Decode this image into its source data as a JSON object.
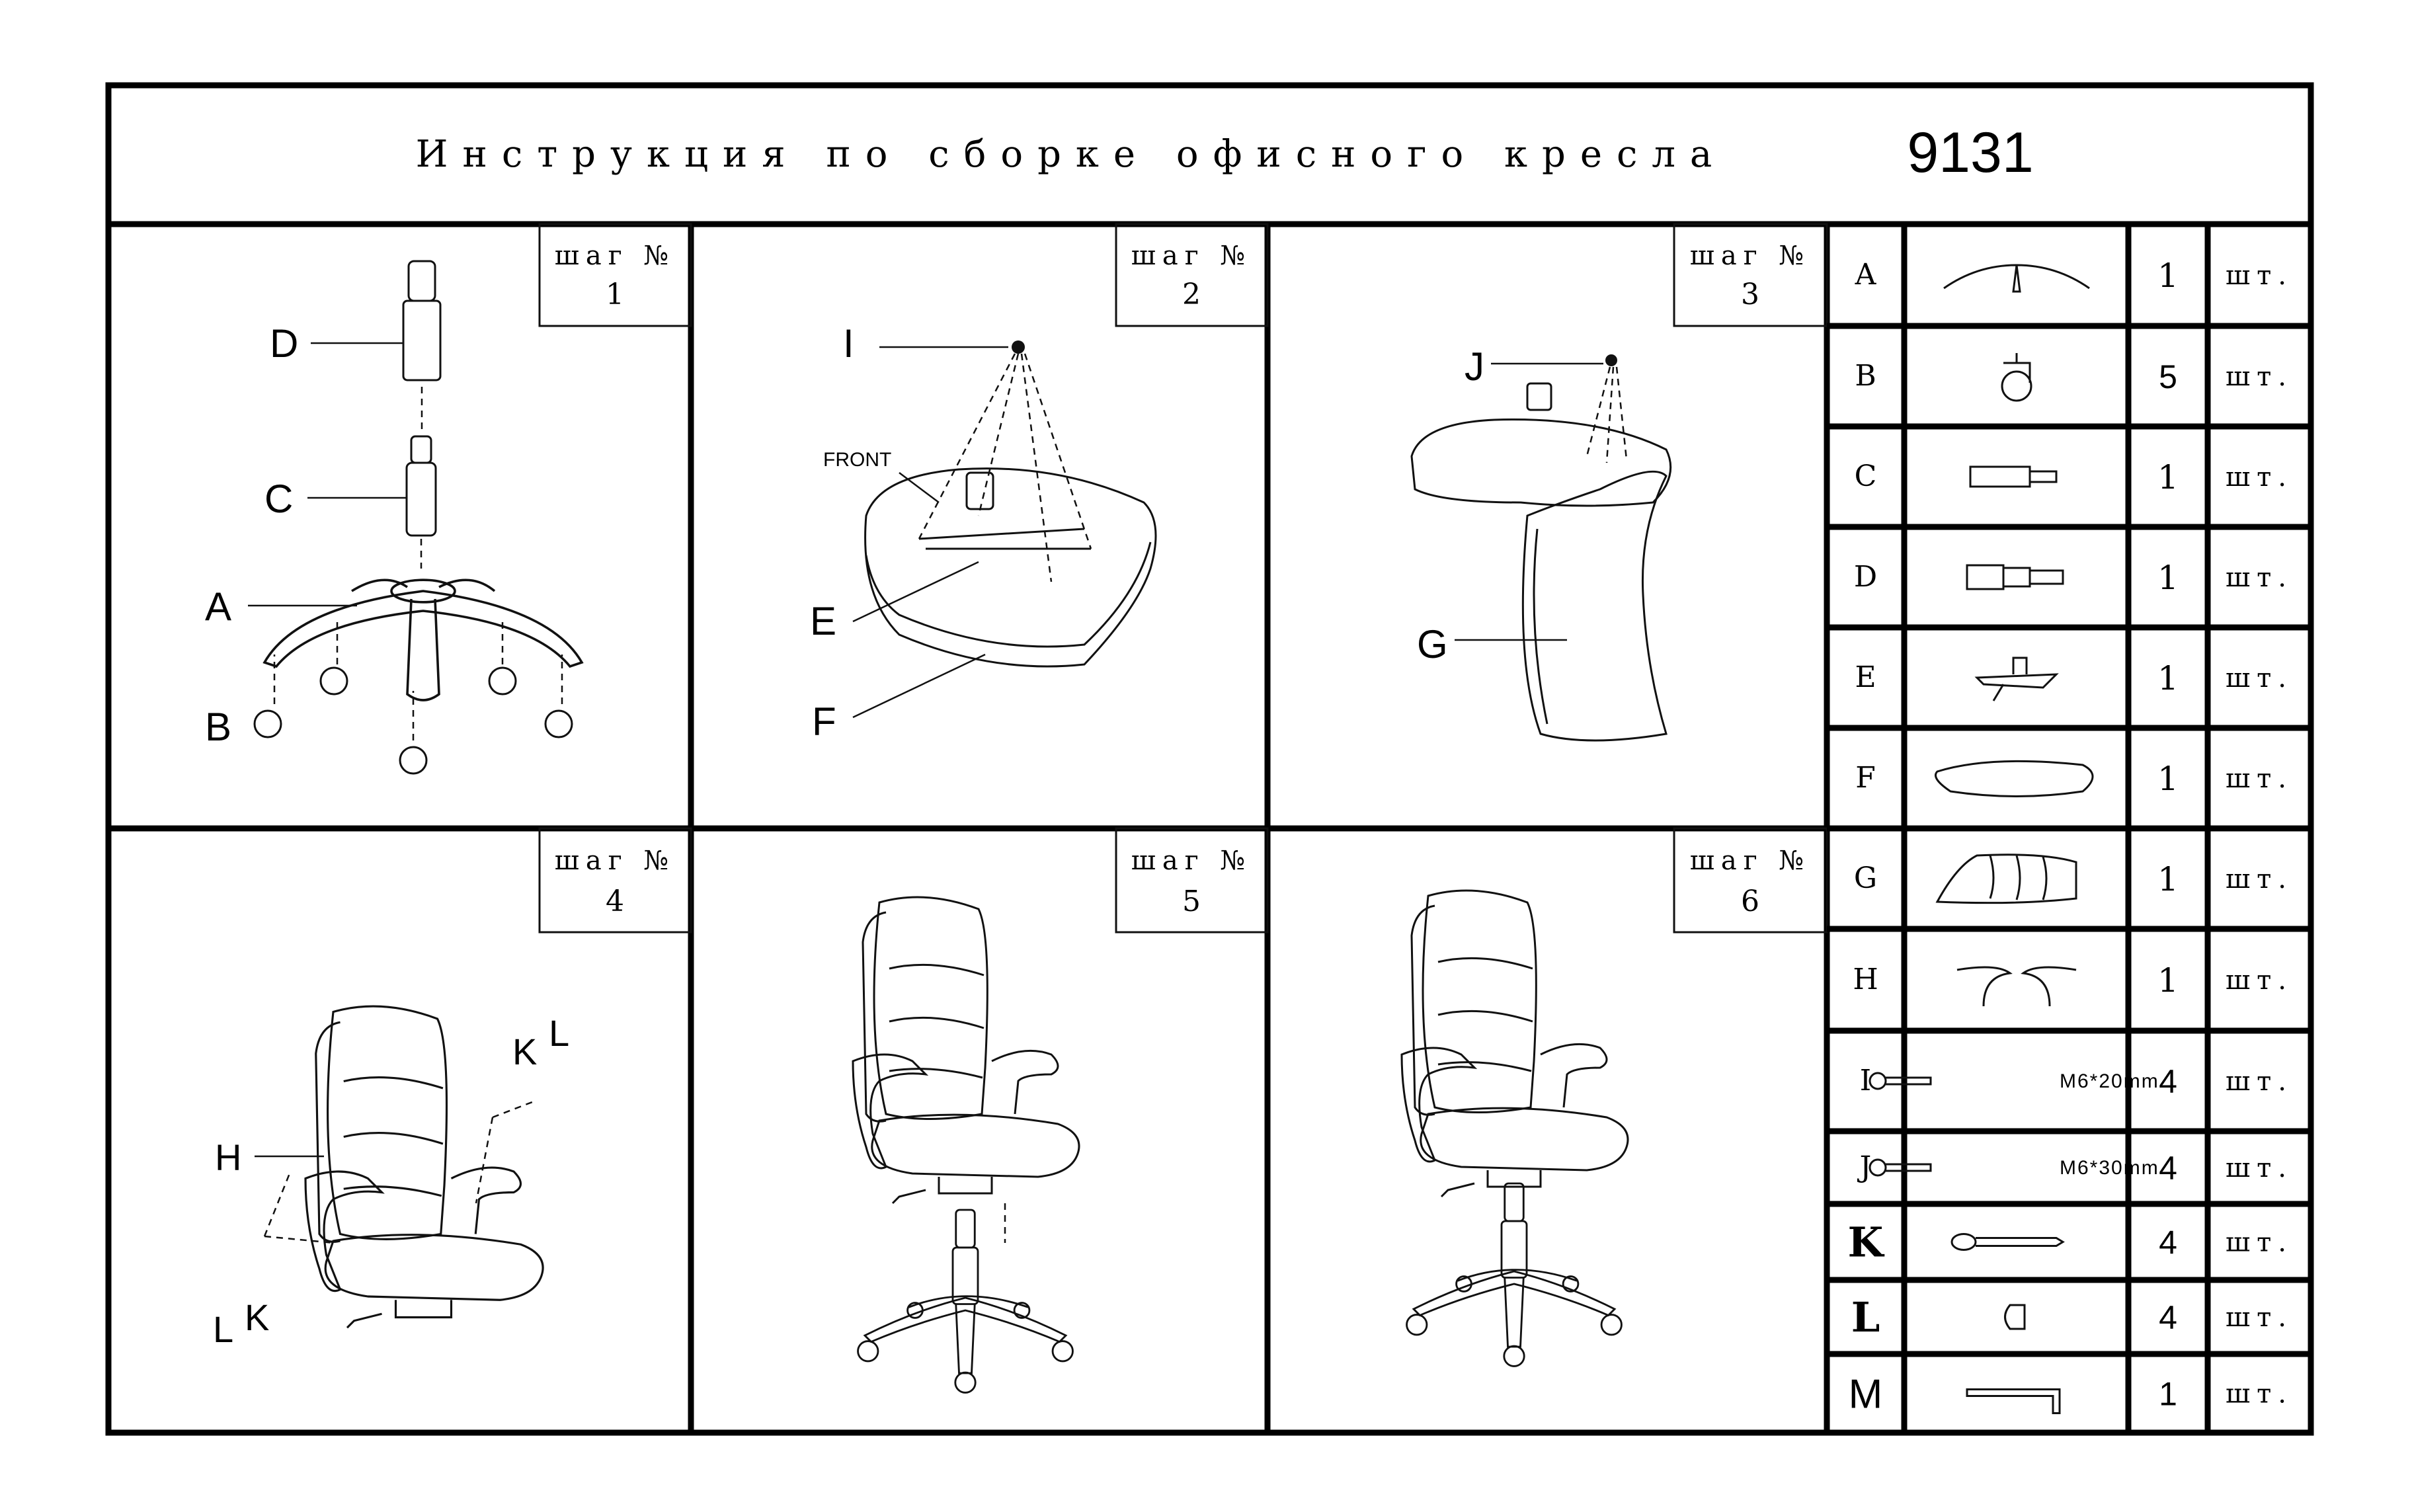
{
  "title": "Инструкция по сборке офисного кресла",
  "model": "9131",
  "step_word": "шаг №",
  "steps": [
    {
      "number": "1",
      "labels": {
        "d": "D",
        "c": "C",
        "a": "A",
        "b": "B"
      }
    },
    {
      "number": "2",
      "labels": {
        "i": "I",
        "front": "FRONT",
        "e": "E",
        "f": "F"
      }
    },
    {
      "number": "3",
      "labels": {
        "j": "J",
        "g": "G"
      }
    },
    {
      "number": "4",
      "labels": {
        "k1": "K",
        "l1": "L",
        "h": "H",
        "l2": "L",
        "k2": "K"
      }
    },
    {
      "number": "5"
    },
    {
      "number": "6"
    }
  ],
  "parts": [
    {
      "letter": "A",
      "icon": "chair-base-icon",
      "spec": "",
      "qty": "1",
      "unit": "шт."
    },
    {
      "letter": "B",
      "icon": "caster-icon",
      "spec": "",
      "qty": "5",
      "unit": "шт."
    },
    {
      "letter": "C",
      "icon": "gas-lift-icon",
      "spec": "",
      "qty": "1",
      "unit": "шт."
    },
    {
      "letter": "D",
      "icon": "gas-lift-cover-icon",
      "spec": "",
      "qty": "1",
      "unit": "шт."
    },
    {
      "letter": "E",
      "icon": "tilt-mechanism-icon",
      "spec": "",
      "qty": "1",
      "unit": "шт."
    },
    {
      "letter": "F",
      "icon": "seat-icon",
      "spec": "",
      "qty": "1",
      "unit": "шт."
    },
    {
      "letter": "G",
      "icon": "backrest-icon",
      "spec": "",
      "qty": "1",
      "unit": "шт."
    },
    {
      "letter": "H",
      "icon": "armrests-icon",
      "spec": "",
      "qty": "1",
      "unit": "шт."
    },
    {
      "letter": "I",
      "icon": "bolt-icon",
      "spec": "M6*20mm",
      "qty": "4",
      "unit": "шт."
    },
    {
      "letter": "J",
      "icon": "bolt-icon",
      "spec": "M6*30mm",
      "qty": "4",
      "unit": "шт."
    },
    {
      "letter": "K",
      "icon": "long-bolt-icon",
      "spec": "",
      "qty": "4",
      "unit": "шт."
    },
    {
      "letter": "L",
      "icon": "cap-icon",
      "spec": "",
      "qty": "4",
      "unit": "шт."
    },
    {
      "letter": "M",
      "icon": "hex-key-icon",
      "spec": "",
      "qty": "1",
      "unit": "шт."
    }
  ]
}
